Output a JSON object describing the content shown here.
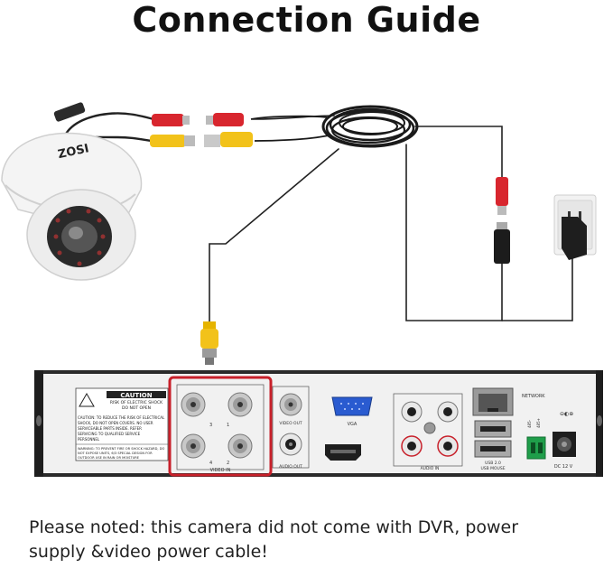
{
  "title": "Connection Guide",
  "note_line1": "Please noted: this camera did not come with DVR, power",
  "note_line2": "supply &video power cable!",
  "camera_brand": "ZOSI",
  "dvr": {
    "caution_title": "CAUTION",
    "caution_sub1": "RISK OF ELECTRIC SHOCK",
    "caution_sub2": "DO  NOT OPEN",
    "caution_line1": "CAUTION: TO REDUCE THE RISK OF ELECTRICAL",
    "caution_line2": "SHOCK, DO NOT OPEN COVERS. NO USER",
    "caution_line3": "SERVICEABLE PARTS INSIDE. REFER",
    "caution_line4": "SERVICING TO QUALIFIED SERVICE",
    "caution_line5": "PERSONNEL",
    "warning_line1": "WARNING: TO PREVENT FIRE OR SHOCK HAZARD, DO",
    "warning_line2": "NOT EXPOSE UNITS, 6/3 SPECIAL DESIGN FOR",
    "warning_line3": "OUTDOOR USE IN RAIN OR MOISTURE",
    "video_in": "VIDEO IN",
    "ch1": "1",
    "ch2": "2",
    "ch3": "3",
    "ch4": "4",
    "video_out": "VIDEO OUT",
    "audio_out": "AUDIO OUT",
    "vga": "VGA",
    "audio_in": "AUDIO IN",
    "network": "NETWORK",
    "usb": "USB 2.0",
    "usb_mouse": "USB MOUSE",
    "dc": "DC 12 V",
    "rs485_a": "485-",
    "rs485_b": "485+"
  },
  "colors": {
    "highlight": "#c8202a",
    "video_plug": "#f2c21a",
    "power_plug": "#d8262e",
    "dvr_panel": "#f1f1f1",
    "dvr_frame": "#2a2a2a"
  }
}
